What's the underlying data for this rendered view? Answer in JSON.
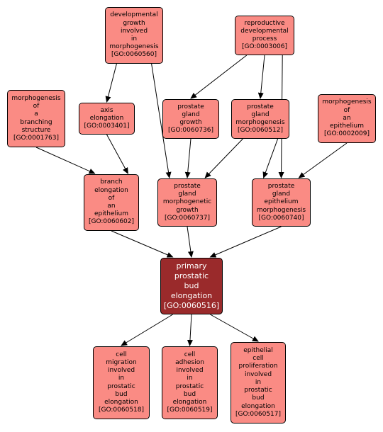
{
  "colors": {
    "node_fill": "#fa8b84",
    "focus_fill": "#9a2a2b",
    "edge": "#000000"
  },
  "nodes": {
    "n0060560": {
      "lines": [
        "developmental",
        "growth",
        "involved",
        "in",
        "morphogenesis",
        "[GO:0060560]"
      ]
    },
    "n0003006": {
      "lines": [
        "reproductive",
        "developmental",
        "process",
        "[GO:0003006]"
      ]
    },
    "n0001763": {
      "lines": [
        "morphogenesis",
        "of",
        "a",
        "branching",
        "structure",
        "[GO:0001763]"
      ]
    },
    "n0003401": {
      "lines": [
        "axis",
        "elongation",
        "[GO:0003401]"
      ]
    },
    "n0060736": {
      "lines": [
        "prostate",
        "gland",
        "growth",
        "[GO:0060736]"
      ]
    },
    "n0060512": {
      "lines": [
        "prostate",
        "gland",
        "morphogenesis",
        "[GO:0060512]"
      ]
    },
    "n0002009": {
      "lines": [
        "morphogenesis",
        "of",
        "an",
        "epithelium",
        "[GO:0002009]"
      ]
    },
    "n0060602": {
      "lines": [
        "branch",
        "elongation",
        "of",
        "an",
        "epithelium",
        "[GO:0060602]"
      ]
    },
    "n0060737": {
      "lines": [
        "prostate",
        "gland",
        "morphogenetic",
        "growth",
        "[GO:0060737]"
      ]
    },
    "n0060740": {
      "lines": [
        "prostate",
        "gland",
        "epithelium",
        "morphogenesis",
        "[GO:0060740]"
      ]
    },
    "n0060516": {
      "lines": [
        "primary",
        "prostatic",
        "bud",
        "elongation",
        "[GO:0060516]"
      ]
    },
    "n0060518": {
      "lines": [
        "cell",
        "migration",
        "involved",
        "in",
        "prostatic",
        "bud",
        "elongation",
        "[GO:0060518]"
      ]
    },
    "n0060519": {
      "lines": [
        "cell",
        "adhesion",
        "involved",
        "in",
        "prostatic",
        "bud",
        "elongation",
        "[GO:0060519]"
      ]
    },
    "n0060517": {
      "lines": [
        "epithelial",
        "cell",
        "proliferation",
        "involved",
        "in",
        "prostatic",
        "bud",
        "elongation",
        "[GO:0060517]"
      ]
    }
  },
  "edges": [
    [
      "n0060560",
      "n0003401"
    ],
    [
      "n0060560",
      "n0060737"
    ],
    [
      "n0003006",
      "n0060736"
    ],
    [
      "n0003006",
      "n0060512"
    ],
    [
      "n0003006",
      "n0060740"
    ],
    [
      "n0001763",
      "n0060602"
    ],
    [
      "n0003401",
      "n0060602"
    ],
    [
      "n0060736",
      "n0060737"
    ],
    [
      "n0060512",
      "n0060737"
    ],
    [
      "n0060512",
      "n0060740"
    ],
    [
      "n0002009",
      "n0060740"
    ],
    [
      "n0060602",
      "n0060516"
    ],
    [
      "n0060737",
      "n0060516"
    ],
    [
      "n0060740",
      "n0060516"
    ],
    [
      "n0060516",
      "n0060518"
    ],
    [
      "n0060516",
      "n0060519"
    ],
    [
      "n0060516",
      "n0060517"
    ]
  ]
}
